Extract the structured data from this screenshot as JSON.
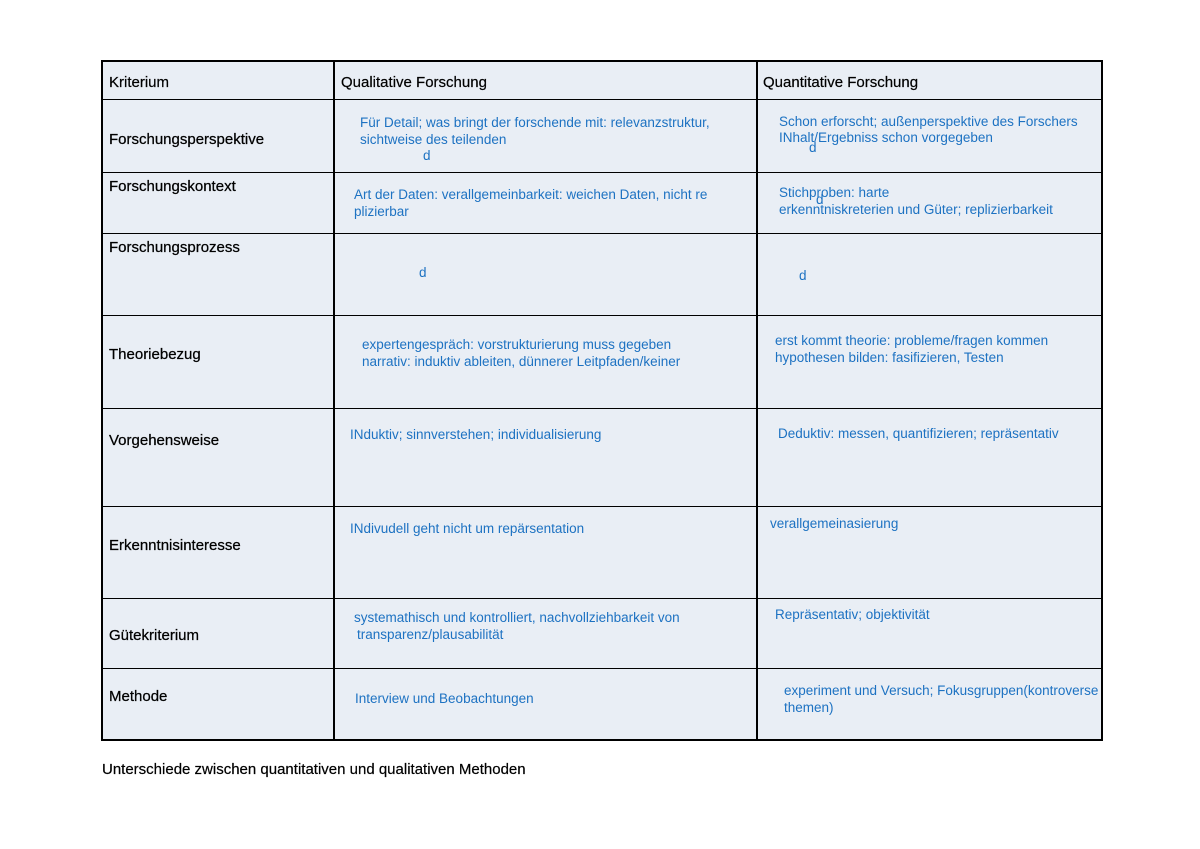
{
  "table": {
    "headers": [
      "Kriterium",
      "Qualitative Forschung",
      "Quantitative Forschung"
    ],
    "rows": [
      {
        "criterion": "Forschungsperspektive",
        "qualitative": [
          "Für Detail; was bringt der forschende mit: relevanzstruktur,",
          "sichtweise des teilenden",
          "d"
        ],
        "quantitative": [
          "Schon erforscht; außenperspektive des Forschers",
          "INhalt/Ergebniss schon vorgegeben",
          "d"
        ]
      },
      {
        "criterion": "Forschungskontext",
        "qualitative": [
          "Art der Daten: verallgemeinbarkeit: weichen Daten, nicht re",
          "plizierbar"
        ],
        "quantitative": [
          "Stichproben: harte",
          "erkenntniskreterien und Güter; replizierbarkeit",
          "d"
        ]
      },
      {
        "criterion": "Forschungsprozess",
        "qualitative": [
          "d"
        ],
        "quantitative": [
          "d"
        ]
      },
      {
        "criterion": "Theoriebezug",
        "qualitative": [
          "expertengespräch: vorstrukturierung muss gegeben",
          "narrativ: induktiv ableiten, dünnerer Leitpfaden/keiner"
        ],
        "quantitative": [
          "erst kommt theorie: probleme/fragen kommen",
          "hypothesen bilden: fasifizieren, Testen"
        ]
      },
      {
        "criterion": "Vorgehensweise",
        "qualitative": [
          "INduktiv; sinnverstehen; individualisierung"
        ],
        "quantitative": [
          "Deduktiv: messen, quantifizieren; repräsentativ"
        ]
      },
      {
        "criterion": "Erkenntnisinteresse",
        "qualitative": [
          "INdivudell geht nicht um repärsentation"
        ],
        "quantitative": [
          "verallgemeinasierung"
        ]
      },
      {
        "criterion": "Gütekriterium",
        "qualitative": [
          "systemathisch und kontrolliert, nachvollziehbarkeit von",
          "transparenz/plausabilität"
        ],
        "quantitative": [
          "Repräsentativ; objektivität"
        ]
      },
      {
        "criterion": "Methode",
        "qualitative": [
          "Interview und Beobachtungen"
        ],
        "quantitative": [
          "experiment und Versuch; Fokusgruppen(kontroverse",
          "themen)"
        ]
      }
    ]
  },
  "caption": "Unterschiede zwischen quantitativen und qualitativen Methoden",
  "colors": {
    "cell_background": "#e9eef5",
    "handwriting": "#1d72c2",
    "border": "#000000"
  }
}
